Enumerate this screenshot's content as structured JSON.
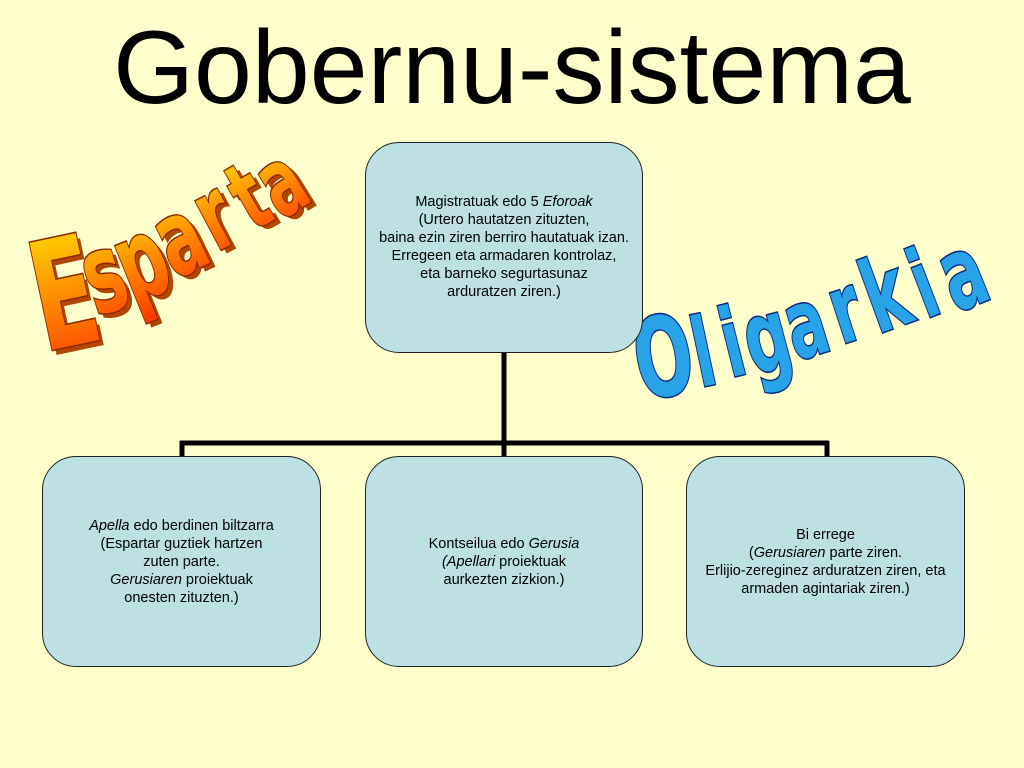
{
  "title": "Gobernu-sistema",
  "wordart": {
    "esparta": {
      "letters": [
        "E",
        "s",
        "p",
        "a",
        "r",
        "t",
        "a"
      ],
      "color_top": "#ffe600",
      "color_bottom": "#ff3300",
      "shadow": "#b34700"
    },
    "oligarkia": {
      "letters": [
        "O",
        "l",
        "i",
        "g",
        "a",
        "r",
        "k",
        "i",
        "a"
      ],
      "color": "#29a3e8",
      "outline": "#0a2a7a"
    }
  },
  "boxes": {
    "top": {
      "l1": "Magistratuak edo  5 ",
      "l1_em": "Eforoak",
      "rest": "(Urtero hautatzen zituzten,\nbaina ezin ziren berriro hautatuak izan.\nErregeen eta armadaren kontrolaz,\neta barneko segurtasunaz\narduratzen ziren.)"
    },
    "left": {
      "l1_em": "Apella",
      "l1": " edo berdinen biltzarra",
      "l2": "(Espartar guztiek hartzen\nzuten parte.",
      "l4_em": "Gerusiaren",
      "l4": " proiektuak",
      "l5": "onesten zituzten.)"
    },
    "mid": {
      "l1": "Kontseilua edo ",
      "l1_em": "Gerusia",
      "l2_em": "(Apellari",
      "l2": " proiektuak",
      "l3": "aurkezten zizkion.)"
    },
    "right": {
      "l1": "Bi errege",
      "l2a": "(",
      "l2_em": "Gerusiaren",
      "l2": " parte ziren.",
      "rest": "Erlijio-zereginez arduratzen ziren, eta\narmaden agintariak ziren.)"
    }
  },
  "colors": {
    "background": "#ffffcc",
    "box_fill": "#bde0e3",
    "connector": "#000000"
  }
}
